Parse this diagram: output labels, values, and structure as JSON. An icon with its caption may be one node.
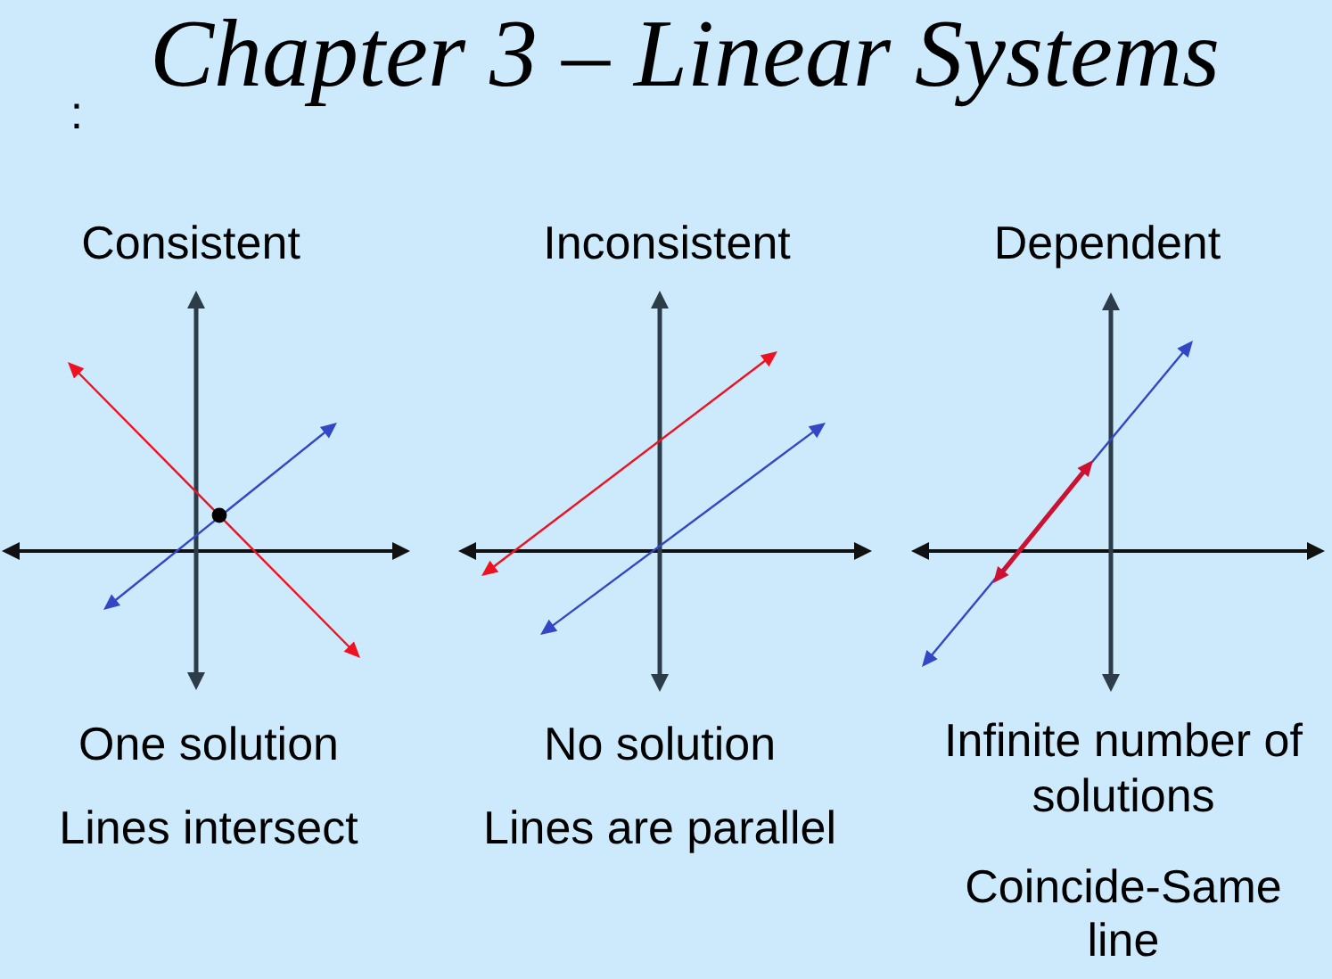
{
  "diagram": {
    "title": "Chapter 3 – Linear Systems",
    "labels": [
      ":",
      "Consistent",
      "Inconsistent",
      "Dependent",
      "One solution",
      "No solution",
      "Infinite number of solutions",
      "Lines intersect",
      "Lines are parallel",
      "Coincide-Same line"
    ]
  }
}
